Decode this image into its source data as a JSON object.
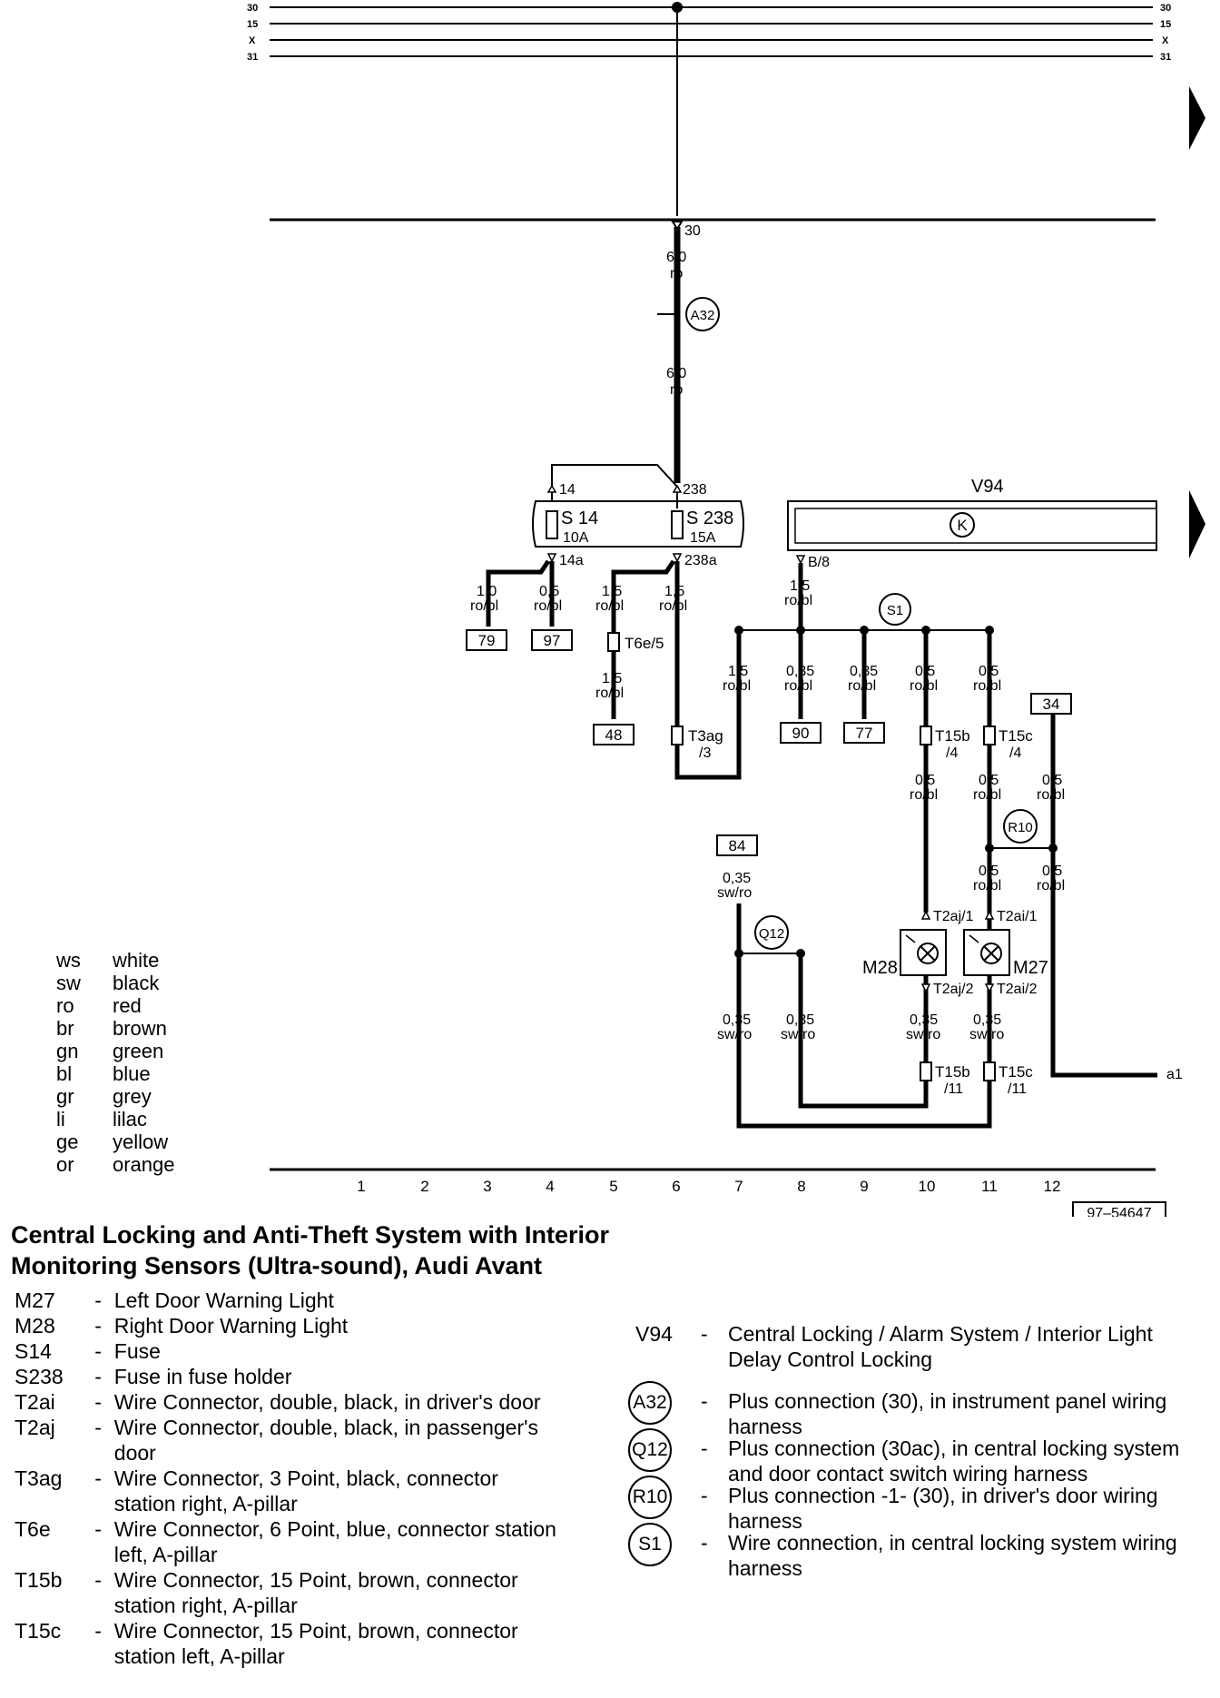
{
  "rails": {
    "left": [
      "30",
      "15",
      "X",
      "31"
    ],
    "right": [
      "30",
      "15",
      "X",
      "31"
    ]
  },
  "terminal_top": "30",
  "wire_main_1": {
    "size": "6,0",
    "color": "ro"
  },
  "wire_main_2": {
    "size": "6,0",
    "color": "ro"
  },
  "conn_A32": "A32",
  "fuse_s14": {
    "top_pin": "14",
    "label": "S 14",
    "rating": "10A",
    "bottom_pin": "14a"
  },
  "fuse_s238": {
    "top_pin": "238",
    "label": "S 238",
    "rating": "15A",
    "bottom_pin": "238a"
  },
  "v94": {
    "label": "V94",
    "pin": "B/8"
  },
  "wires": {
    "w79": {
      "size": "1,0",
      "color": "ro/bl"
    },
    "w97": {
      "size": "0,5",
      "color": "ro/bl"
    },
    "w_t6e_top": {
      "size": "1,5",
      "color": "ro/bl"
    },
    "w_t6e_bot": {
      "size": "1,5",
      "color": "ro/bl"
    },
    "w_t3ag": {
      "size": "1,5",
      "color": "ro/bl"
    },
    "w_v94": {
      "size": "1,5",
      "color": "ro/bl"
    },
    "w_s1_7": {
      "size": "1,5",
      "color": "ro/bl"
    },
    "w_s1_8": {
      "size": "0,35",
      "color": "ro/bl"
    },
    "w_s1_9": {
      "size": "0,35",
      "color": "ro/bl"
    },
    "w_s1_10": {
      "size": "0,5",
      "color": "ro/bl"
    },
    "w_s1_11": {
      "size": "0,5",
      "color": "ro/bl"
    },
    "w_10_mid": {
      "size": "0,5",
      "color": "ro/bl"
    },
    "w_11_mid": {
      "size": "0,5",
      "color": "ro/bl"
    },
    "w_12_mid": {
      "size": "0,5",
      "color": "ro/bl"
    },
    "w_11_low": {
      "size": "0,5",
      "color": "ro/bl"
    },
    "w_12_low": {
      "size": "0,5",
      "color": "ro/bl"
    },
    "w_84": {
      "size": "0,35",
      "color": "sw/ro"
    },
    "w_7_low": {
      "size": "0,35",
      "color": "sw/ro"
    },
    "w_8_low": {
      "size": "0,35",
      "color": "sw/ro"
    },
    "w_10_low": {
      "size": "0,35",
      "color": "sw/ro"
    },
    "w_11_bot": {
      "size": "0,35",
      "color": "sw/ro"
    }
  },
  "refs": {
    "r79": "79",
    "r97": "97",
    "r48": "48",
    "r90": "90",
    "r77": "77",
    "r34": "34",
    "r84": "84"
  },
  "connectors": {
    "t6e": "T6e/5",
    "t3ag": "T3ag",
    "t3ag_pin": "/3",
    "t15b_top": "T15b",
    "t15b_top_pin": "/4",
    "t15c_top": "T15c",
    "t15c_top_pin": "/4",
    "t2aj1": "T2aj/1",
    "t2ai1": "T2ai/1",
    "t2aj2": "T2aj/2",
    "t2ai2": "T2ai/2",
    "t15b_bot": "T15b",
    "t15b_bot_pin": "/11",
    "t15c_bot": "T15c",
    "t15c_bot_pin": "/11"
  },
  "splices": {
    "s1": "S1",
    "r10": "R10",
    "q12": "Q12"
  },
  "lamps": {
    "m28": "M28",
    "m27": "M27"
  },
  "exit_label": "a1",
  "grid_numbers": [
    "1",
    "2",
    "3",
    "4",
    "5",
    "6",
    "7",
    "8",
    "9",
    "10",
    "11",
    "12"
  ],
  "ref_number": "97–54647",
  "color_key": [
    {
      "abbr": "ws",
      "name": "white"
    },
    {
      "abbr": "sw",
      "name": "black"
    },
    {
      "abbr": "ro",
      "name": "red"
    },
    {
      "abbr": "br",
      "name": "brown"
    },
    {
      "abbr": "gn",
      "name": "green"
    },
    {
      "abbr": "bl",
      "name": "blue"
    },
    {
      "abbr": "gr",
      "name": "grey"
    },
    {
      "abbr": "li",
      "name": "lilac"
    },
    {
      "abbr": "ge",
      "name": "yellow"
    },
    {
      "abbr": "or",
      "name": "orange"
    }
  ],
  "title_line1": "Central Locking and Anti-Theft System with Interior",
  "title_line2": "Monitoring Sensors (Ultra-sound), Audi Avant",
  "legend_left": [
    {
      "code": "M27",
      "desc": "Left Door Warning Light"
    },
    {
      "code": "M28",
      "desc": "Right Door Warning Light"
    },
    {
      "code": "S14",
      "desc": "Fuse"
    },
    {
      "code": "S238",
      "desc": "Fuse in fuse holder"
    },
    {
      "code": "T2ai",
      "desc": "Wire Connector, double, black, in driver's door"
    },
    {
      "code": "T2aj",
      "desc": "Wire Connector, double, black, in passenger's door"
    },
    {
      "code": "T3ag",
      "desc": "Wire Connector, 3 Point, black, connector station right, A-pillar"
    },
    {
      "code": "T6e",
      "desc": "Wire Connector, 6 Point, blue, connector station left, A-pillar"
    },
    {
      "code": "T15b",
      "desc": "Wire Connector, 15 Point, brown, connector station right, A-pillar"
    },
    {
      "code": "T15c",
      "desc": "Wire Connector, 15 Point, brown, connector station left, A-pillar"
    }
  ],
  "legend_right": [
    {
      "code": "V94",
      "circled": false,
      "desc": "Central Locking / Alarm System / Interior Light Delay Control Locking"
    },
    {
      "code": "A32",
      "circled": true,
      "desc": "Plus connection (30), in instrument panel wiring harness"
    },
    {
      "code": "Q12",
      "circled": true,
      "desc": "Plus connection (30ac), in central locking system and door contact switch wiring harness"
    },
    {
      "code": "R10",
      "circled": true,
      "desc": "Plus connection -1- (30), in driver's door wiring harness"
    },
    {
      "code": "S1",
      "circled": true,
      "desc": "Wire connection, in central locking system wiring harness"
    }
  ]
}
